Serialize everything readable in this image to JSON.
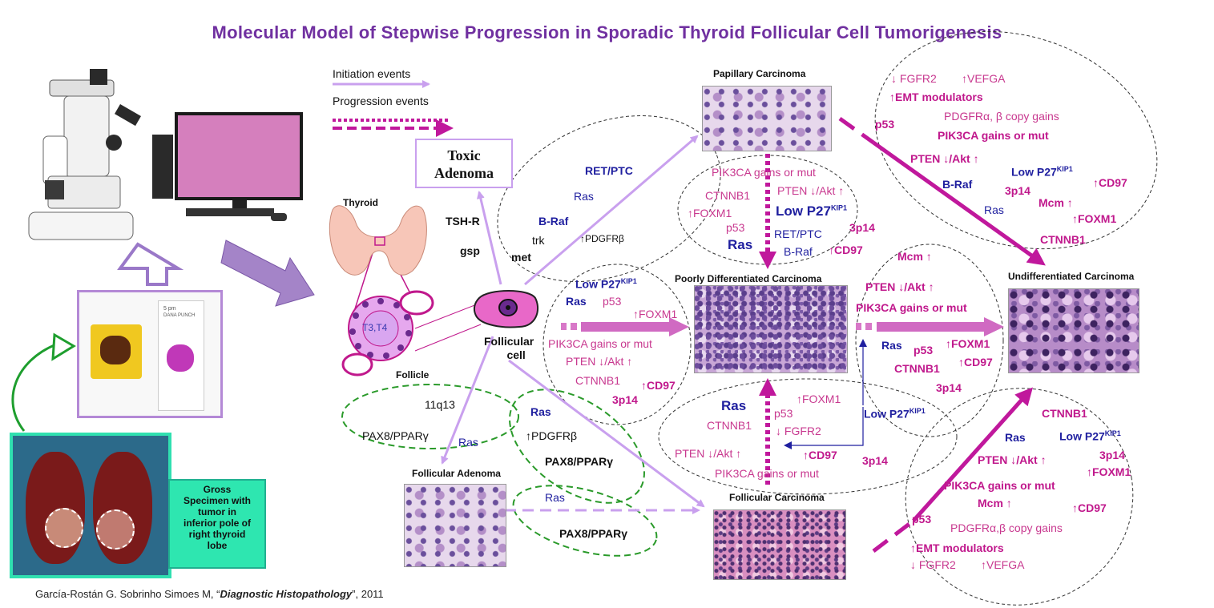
{
  "title": "Molecular Model of Stepwise Progression in Sporadic Thyroid Follicular Cell Tumorigenesis",
  "legend": {
    "initiation": "Initiation events",
    "progression": "Progression events"
  },
  "nodes": {
    "toxic_adenoma": [
      "Toxic",
      "Adenoma"
    ],
    "thyroid": "Thyroid",
    "follicle": "Follicle",
    "t3t4": "T3,T4",
    "follicular_cell": [
      "Follicular",
      "cell"
    ],
    "papillary": "Papillary Carcinoma",
    "poorly": "Poorly Differentiated Carcinoma",
    "undiff": "Undifferentiated Carcinoma",
    "fol_adenoma": "Follicular Adenoma",
    "fol_carcinoma": "Follicular Carcinoma",
    "gross_note": [
      "Gross",
      "Specimen with",
      "tumor in",
      "inferior pole of",
      "right thyroid",
      "lobe"
    ],
    "slide_text": [
      "5 pm",
      "DANA PUNCH"
    ]
  },
  "citation": {
    "prefix": "García-Rostán  G. Sobrinho Simoes M, “",
    "journal": "Diagnostic Histopathology",
    "suffix": "”, 2011"
  },
  "mutations": {
    "tsh": "TSH-R",
    "gsp": "gsp",
    "papillary_path": {
      "ret": "RET/PTC",
      "ras": "Ras",
      "braf": "B-Raf",
      "trk": "trk",
      "pdgfrb": "↑PDGFRβ",
      "met": "met"
    },
    "pap_to_poor": {
      "pik3ca": "PIK3CA  gains or mut",
      "ctnnb1": "CTNNB1",
      "pten": "PTEN ↓/Akt ↑",
      "foxm1": "↑FOXM1",
      "lowp27": "Low P27",
      "kip": "KIP1",
      "p53": "p53",
      "p3p14": "3p14",
      "ras": "Ras",
      "retptc": "RET/PTC",
      "braf": "B-Raf",
      "cd97": "↑CD97"
    },
    "pap_to_undiff": {
      "fgfr2": "↓ FGFR2",
      "vefga": "↑VEFGA",
      "emt": "↑EMT modulators",
      "pdgf": "PDGFRα, β copy gains",
      "p53": "p53",
      "pik3ca": "PIK3CA gains or mut",
      "pten": "PTEN ↓/Akt ↑",
      "lowp27": "Low P27",
      "kip": "KIP1",
      "braf": "B-Raf",
      "p3p14": "3p14",
      "cd97": "↑CD97",
      "ras": "Ras",
      "mcm": "Mcm ↑",
      "foxm1": "↑FOXM1",
      "ctnnb1": "CTNNB1"
    },
    "cell_to_poor": {
      "lowp27": "Low P27",
      "kip": "KIP1",
      "ras": "Ras",
      "p53": "p53",
      "foxm1": "↑FOXM1",
      "pik3ca": "PIK3CA gains or mut",
      "pten": "PTEN ↓/Akt ↑",
      "ctnnb1": "CTNNB1",
      "cd97": "↑CD97",
      "p3p14": "3p14"
    },
    "poor_to_undiff": {
      "mcm": "Mcm ↑",
      "pten": "PTEN ↓/Akt ↑",
      "pik3ca": "PIK3CA gains or mut",
      "ras": "Ras",
      "p53": "p53",
      "foxm1": "↑FOXM1",
      "ctnnb1": "CTNNB1",
      "cd97": "↑CD97",
      "p3p14": "3p14"
    },
    "adenoma_path": {
      "q": "11q13",
      "pax8": "PAX8/PPARγ",
      "ras": "Ras"
    },
    "fc_path": {
      "ras": "Ras",
      "pdgfrb": "↑PDGFRβ",
      "pax8": "PAX8/PPARγ"
    },
    "adeno_to_fc": {
      "ras": "Ras",
      "pax8": "PAX8/PPARγ"
    },
    "fc_to_poor": {
      "ras": "Ras",
      "foxm1": "↑FOXM1",
      "ctnnb1": "CTNNB1",
      "p53": "p53",
      "fgfr2": "↓ FGFR2",
      "lowp27": "Low  P27",
      "kip": "KIP1",
      "pten": "PTEN ↓/Akt ↑",
      "cd97": "↑CD97",
      "pik3ca": "PIK3CA  gains or mut",
      "p3p14": "3p14"
    },
    "fc_to_undiff": {
      "ctnnb1": "CTNNB1",
      "ras": "Ras",
      "lowp27": "Low P27",
      "kip": "KIP1",
      "pten": "PTEN ↓/Akt ↑",
      "p3p14": "3p14",
      "foxm1": "↑FOXM1",
      "pik3ca": "PIK3CA gains or mut",
      "mcm": "Mcm ↑",
      "cd97": "↑CD97",
      "p53": "p53",
      "pdgf": "PDGFRα,β copy gains",
      "emt": "↑EMT modulators",
      "fgfr2": "↓ FGFR2",
      "vefga": "↑VEFGA"
    }
  },
  "colors": {
    "title": "#7030a0",
    "initiation": "#c9a0ee",
    "progression": "#c0189c",
    "blue": "#1f1f9f",
    "pink": "#c8388f",
    "green": "#1e9e2e"
  }
}
